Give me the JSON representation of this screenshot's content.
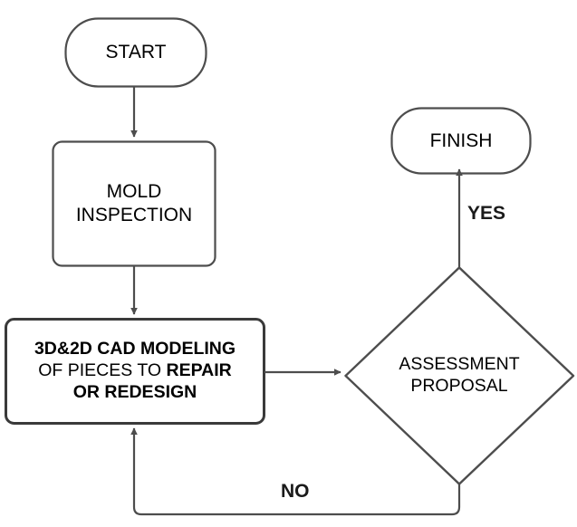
{
  "diagram": {
    "title": "Mold repair process flowchart",
    "colors": {
      "shape_stroke": "#4d4d4d",
      "cad_stroke": "#333333",
      "connector": "#4d4d4d",
      "text": "#000000",
      "background": "#ffffff"
    },
    "nodes": [
      {
        "id": "start",
        "shape": "terminator",
        "label": "START"
      },
      {
        "id": "mold",
        "shape": "process",
        "label_line1": "MOLD",
        "label_line2": "INSPECTION"
      },
      {
        "id": "cad",
        "shape": "process",
        "label_line1": "3D&2D CAD MODELING",
        "label_line2a": "OF PIECES TO ",
        "label_line2b": "REPAIR",
        "label_line3": "OR REDESIGN"
      },
      {
        "id": "assessment",
        "shape": "decision",
        "label_line1": "ASSESSMENT",
        "label_line2": "PROPOSAL"
      },
      {
        "id": "finish",
        "shape": "terminator",
        "label": "FINISH"
      }
    ],
    "edges": [
      {
        "id": "start-to-mold",
        "from": "start",
        "to": "mold",
        "label": ""
      },
      {
        "id": "mold-to-cad",
        "from": "mold",
        "to": "cad",
        "label": ""
      },
      {
        "id": "cad-to-assessment",
        "from": "cad",
        "to": "assessment",
        "label": ""
      },
      {
        "id": "assessment-to-finish",
        "from": "assessment",
        "to": "finish",
        "label": "YES"
      },
      {
        "id": "assessment-to-cad",
        "from": "assessment",
        "to": "cad",
        "label": "NO"
      }
    ]
  }
}
